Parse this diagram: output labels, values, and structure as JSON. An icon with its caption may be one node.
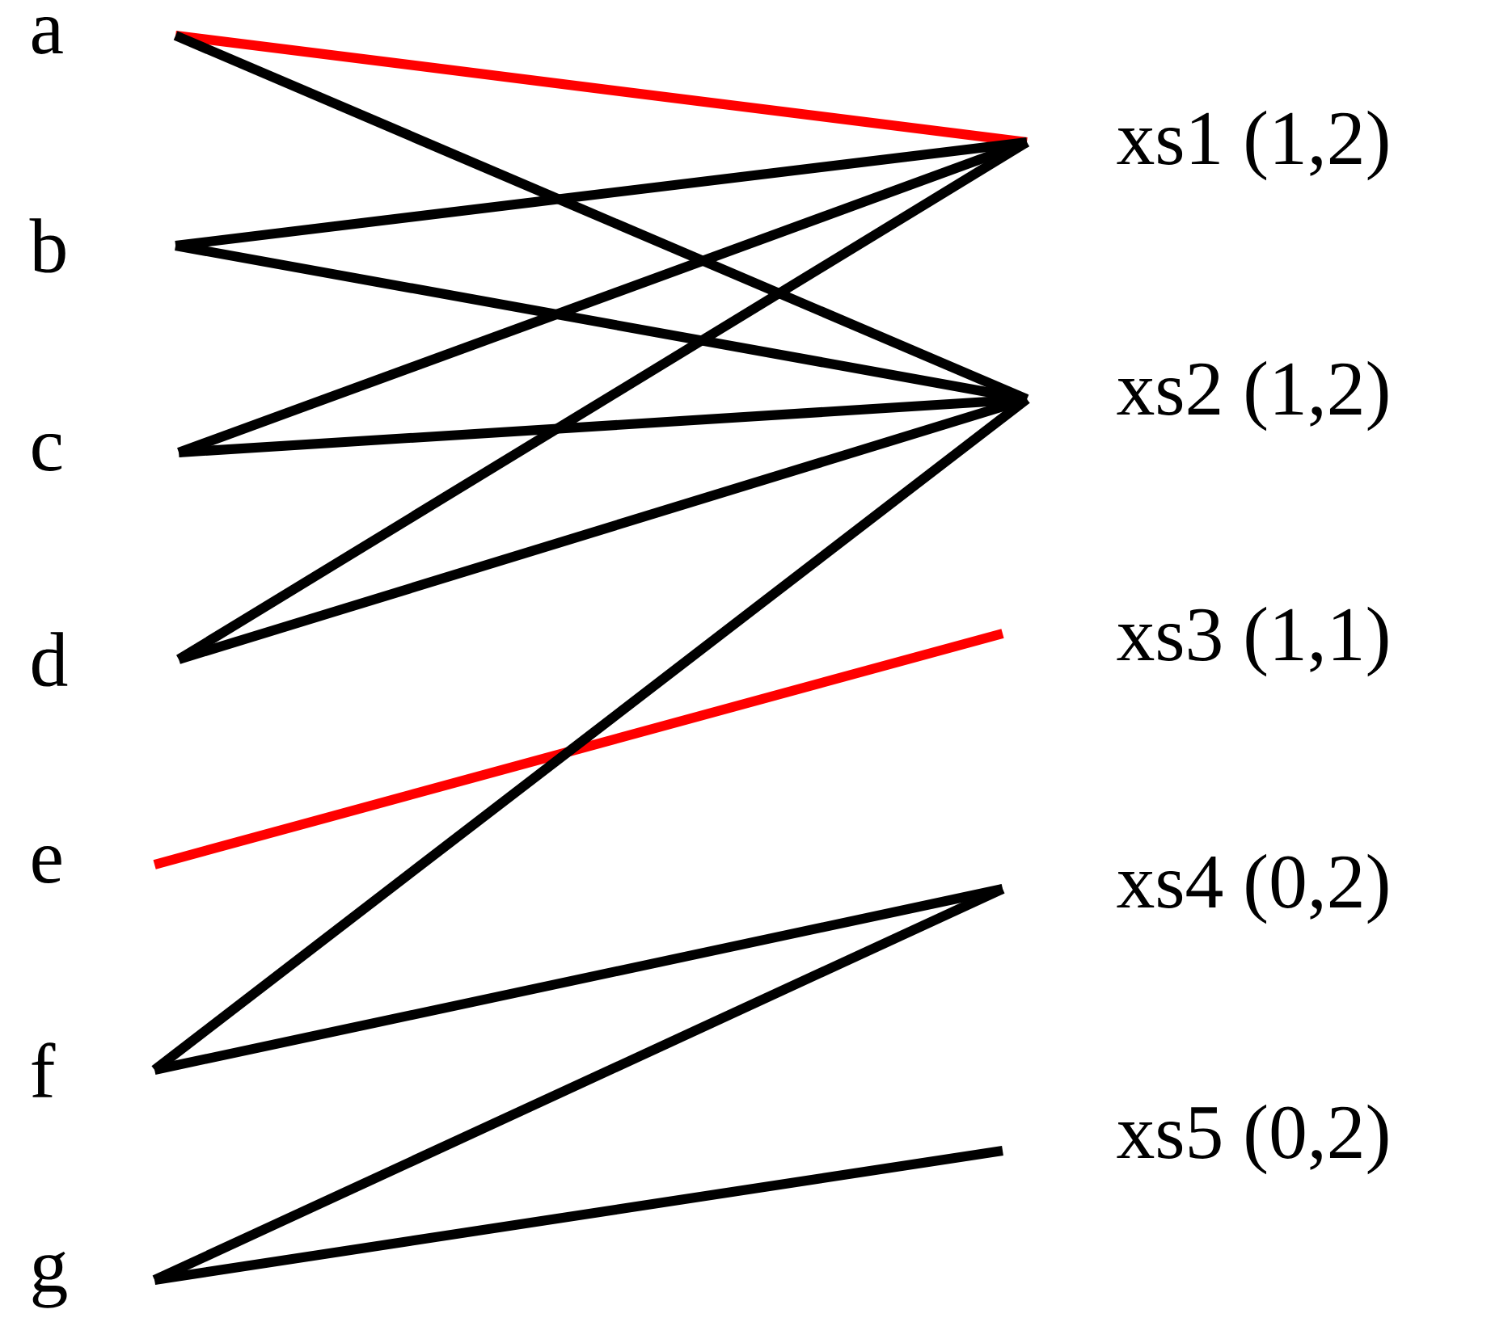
{
  "diagram": {
    "nodes": [
      {
        "text": [
          "a"
        ]
      },
      {
        "text": [
          "b"
        ]
      },
      {
        "text": [
          "c"
        ]
      },
      {
        "text": [
          "d"
        ]
      },
      {
        "text": [
          "e"
        ]
      },
      {
        "text": [
          "f"
        ]
      },
      {
        "text": [
          "g"
        ]
      },
      {
        "text": [
          "xs1 (1,2)"
        ]
      },
      {
        "text": [
          "xs2 (1,2)"
        ]
      },
      {
        "text": [
          "xs3 (1,1)"
        ]
      },
      {
        "text": [
          "xs4 (0,2)"
        ]
      },
      {
        "text": [
          "xs5 (0,2)"
        ]
      }
    ],
    "edges": [
      {
        "from": 0,
        "to": 7,
        "arrow": "none",
        "color": "#ff0000"
      },
      {
        "from": 0,
        "to": 8,
        "arrow": "none"
      },
      {
        "from": 1,
        "to": 7,
        "arrow": "none"
      },
      {
        "from": 1,
        "to": 8,
        "arrow": "none"
      },
      {
        "from": 2,
        "to": 7,
        "arrow": "none"
      },
      {
        "from": 2,
        "to": 8,
        "arrow": "none"
      },
      {
        "from": 3,
        "to": 7,
        "arrow": "none"
      },
      {
        "from": 3,
        "to": 8,
        "arrow": "none"
      },
      {
        "from": 4,
        "to": 9,
        "arrow": "none",
        "color": "#ff0000"
      },
      {
        "from": 5,
        "to": 8,
        "arrow": "none"
      },
      {
        "from": 5,
        "to": 10,
        "arrow": "none"
      },
      {
        "from": 6,
        "to": 10,
        "arrow": "none"
      },
      {
        "from": 6,
        "to": 11,
        "arrow": "none"
      }
    ]
  }
}
